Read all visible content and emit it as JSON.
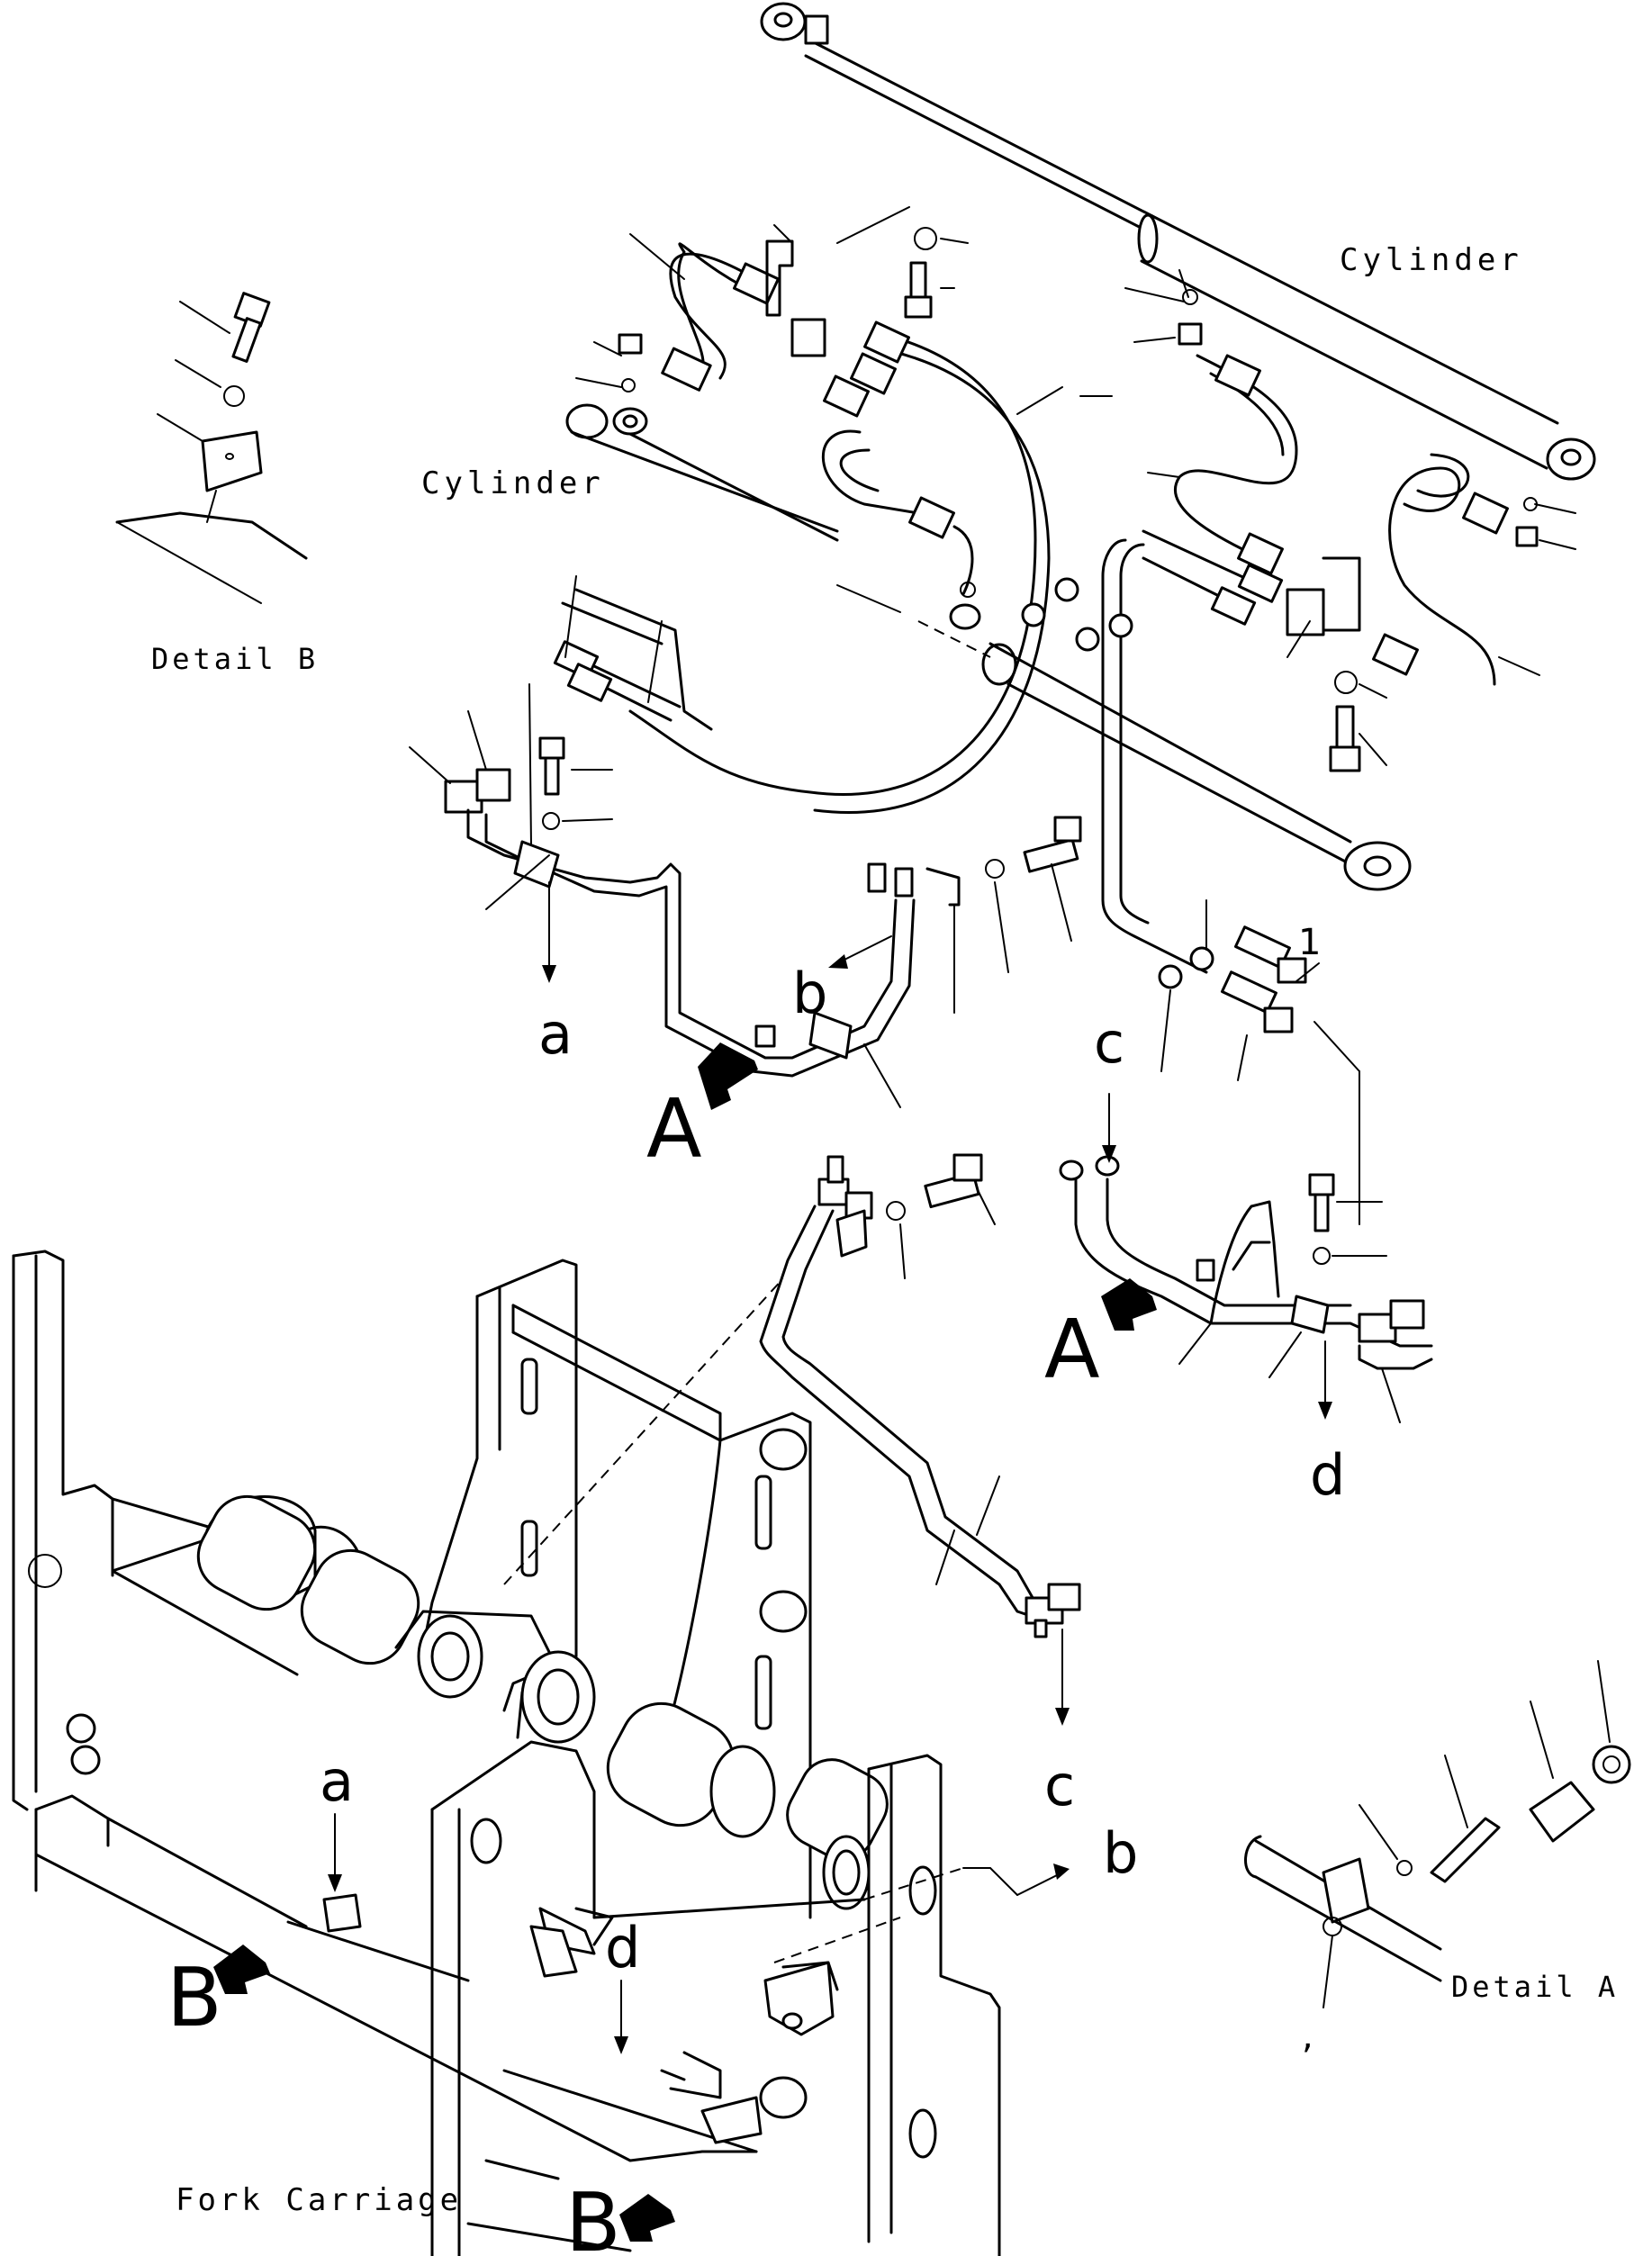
{
  "labels": {
    "cylinder_top": "Cylinder",
    "cylinder_left": "Cylinder",
    "detail_b": "Detail B",
    "detail_a": "Detail A",
    "fork_carriage": "Fork Carriage",
    "callout_1": "1",
    "comma": ","
  },
  "letters": {
    "a": "a",
    "b": "b",
    "c": "c",
    "d": "d",
    "A": "A",
    "B": "B"
  },
  "icons": {
    "view_arrow": "solid-arrow-icon",
    "pointer_arrow": "arrow-down-icon"
  },
  "colors": {
    "ink": "#000000",
    "paper": "#ffffff"
  }
}
